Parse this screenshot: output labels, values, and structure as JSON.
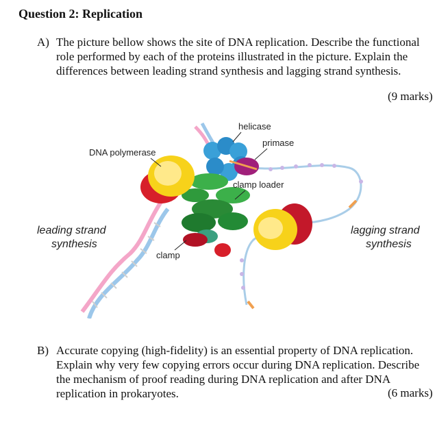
{
  "question": {
    "title": "Question 2: Replication"
  },
  "part_a": {
    "label": "A)",
    "lines": [
      "The picture bellow shows the site of DNA replication. Describe the functional",
      "role performed by each of the proteins illustrated in the picture. Explain the",
      "differences between leading strand synthesis and lagging strand synthesis."
    ],
    "marks": "(9 marks)"
  },
  "figure": {
    "labels": {
      "helicase": "helicase",
      "primase": "primase",
      "dna_polymerase": "DNA polymerase",
      "clamp_loader": "clamp loader",
      "leading_strand_1": "leading strand",
      "leading_strand_2": "synthesis",
      "lagging_strand_1": "lagging strand",
      "lagging_strand_2": "synthesis",
      "clamp": "clamp"
    }
  },
  "part_b": {
    "label": "B)",
    "lines": [
      "Accurate copying (high-fidelity) is an essential property of DNA replication.",
      "Explain why very few copying errors occur during DNA replication. Describe",
      "the mechanism of proof reading during DNA replication and after DNA",
      "replication in prokaryotes."
    ],
    "marks": "(6 marks)"
  }
}
